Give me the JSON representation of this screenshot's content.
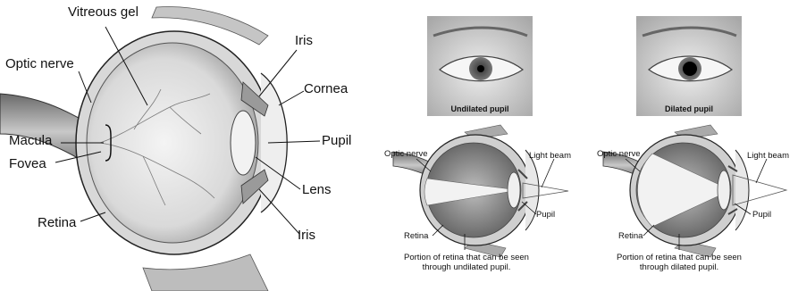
{
  "main_eye": {
    "labels": {
      "vitreous_gel": "Vitreous gel",
      "optic_nerve": "Optic nerve",
      "macula": "Macula",
      "fovea": "Fovea",
      "retina": "Retina",
      "iris_top": "Iris",
      "cornea": "Cornea",
      "pupil": "Pupil",
      "lens": "Lens",
      "iris_bottom": "Iris"
    }
  },
  "undilated": {
    "photo_caption": "Undilated pupil",
    "labels": {
      "optic_nerve": "Optic nerve",
      "light_beam": "Light beam",
      "pupil": "Pupil",
      "retina": "Retina"
    },
    "caption": "Portion of retina that can be seen through undilated pupil."
  },
  "dilated": {
    "photo_caption": "Dilated pupil",
    "labels": {
      "optic_nerve": "Optic nerve",
      "light_beam": "Light beam",
      "pupil": "Pupil",
      "retina": "Retina"
    },
    "caption": "Portion of retina that can be seen through dilated pupil."
  }
}
